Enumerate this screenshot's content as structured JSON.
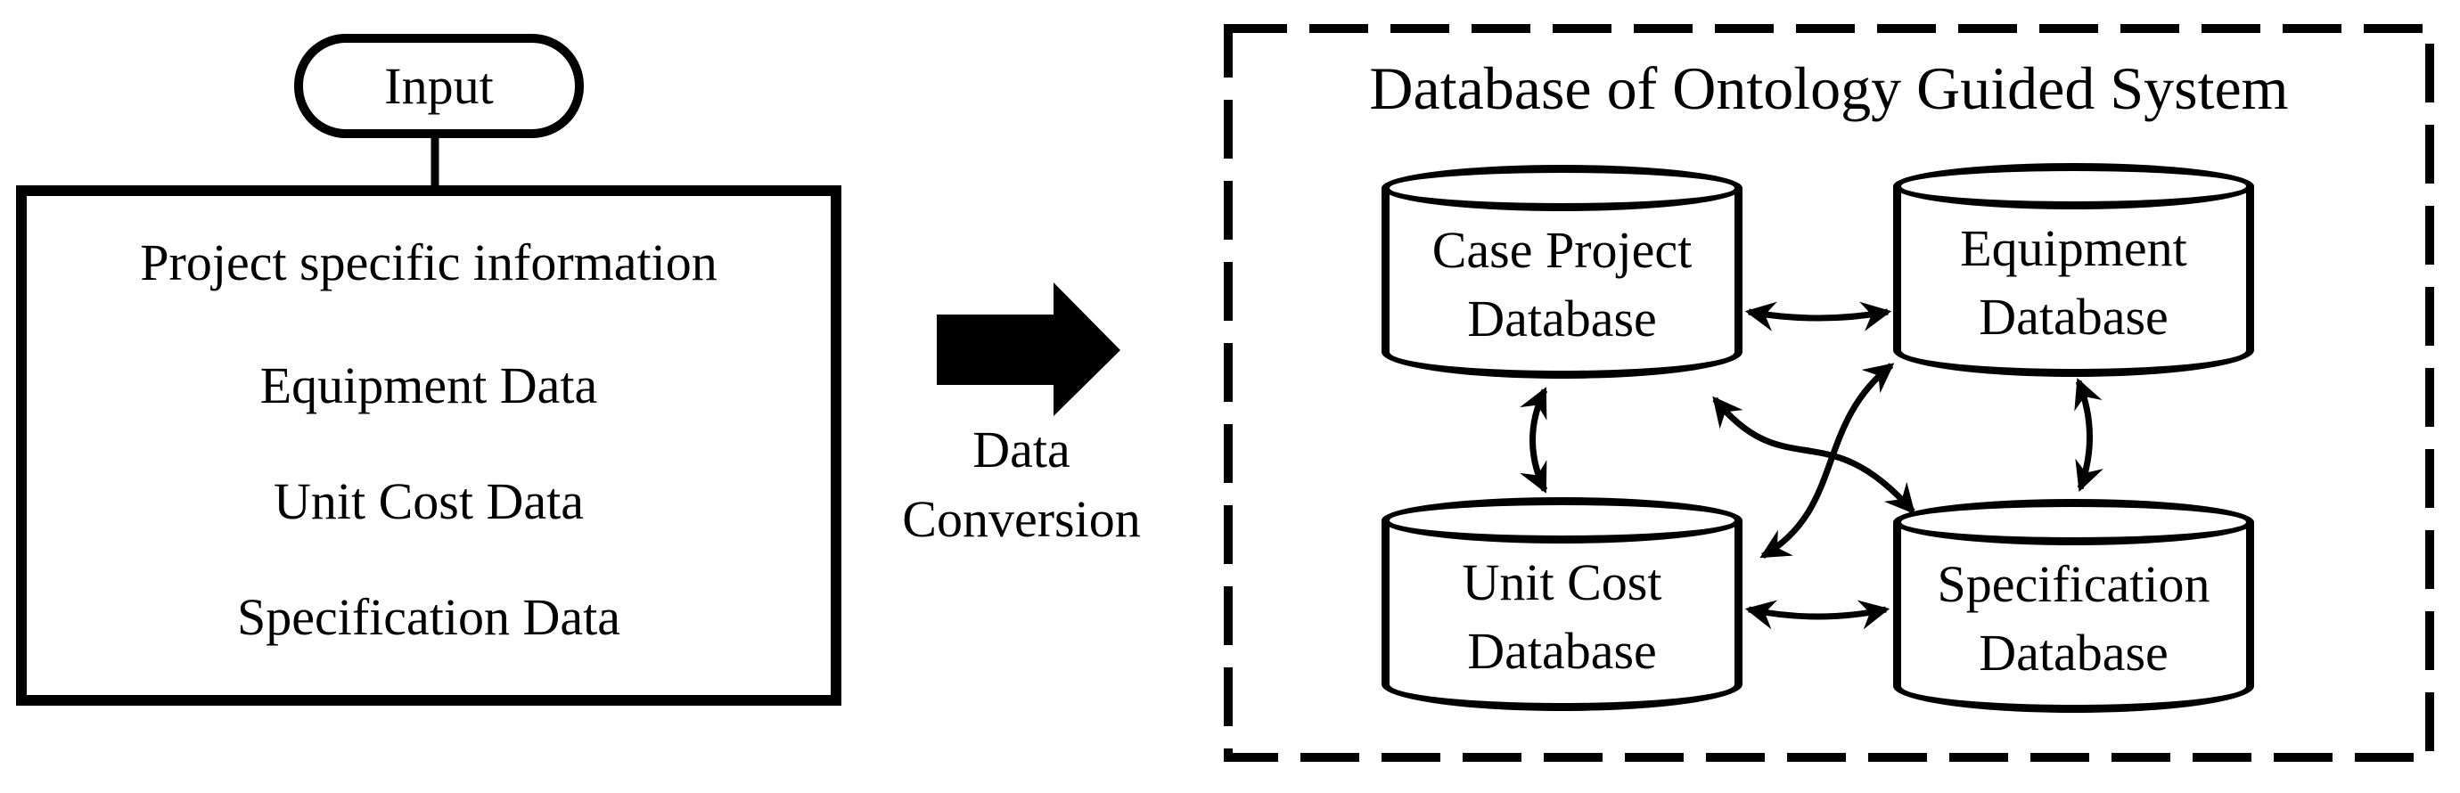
{
  "diagram": {
    "input_terminator_label": "Input",
    "input_box": {
      "lines": [
        "Project specific information",
        "Equipment Data",
        "Unit Cost Data",
        "Specification Data"
      ]
    },
    "conversion_arrow": {
      "label_line1": "Data",
      "label_line2": "Conversion"
    },
    "database_panel": {
      "title": "Database of Ontology Guided System",
      "databases": [
        {
          "id": "case-project",
          "line1": "Case Project",
          "line2": "Database"
        },
        {
          "id": "equipment",
          "line1": "Equipment",
          "line2": "Database"
        },
        {
          "id": "unit-cost",
          "line1": "Unit Cost",
          "line2": "Database"
        },
        {
          "id": "specification",
          "line1": "Specification",
          "line2": "Database"
        }
      ]
    },
    "colors": {
      "stroke": "#000000",
      "background": "#ffffff"
    }
  }
}
